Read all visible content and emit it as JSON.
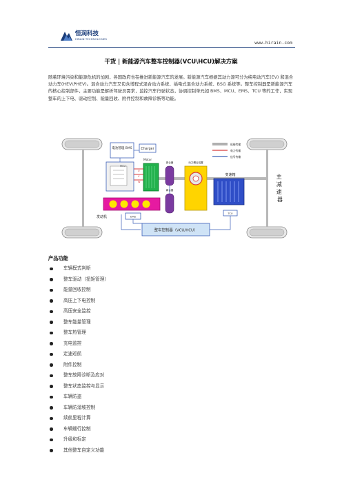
{
  "header": {
    "logo_cn": "恒润科技",
    "logo_en": "HIRAIN TECHNOLOGIES",
    "site_url": "www.hirain.com"
  },
  "article": {
    "title": "干货 | 新能源汽车整车控制器(VCU\\HCU)解决方案",
    "intro": "随着环境污染和能源危机的加剧，各国政府也在推进新能源汽车的发展。新能源汽车根据其动力源可分为纯电动汽车(EV) 和混合动力车(HEV\\PHEV)。混合动力汽车又包含增程式混合动力系统、插电式混合动力系统、BSG 系统等。整车控制器是新能源汽车的核心控制部件，主要功能是解析驾驶员需求，监控汽车行驶状态，协调控制单元如 BMS、MCU、EMS、TCU 等的工作，实现整车的上下电、驱动控制、能量回收、附件控制和故障诊断等功能。"
  },
  "diagram": {
    "battery_label": "电池管理 BMS",
    "charger_label": "Charger",
    "motor_label": "Motor",
    "clutch1_label": "离合器",
    "clutch2_label": "离合器",
    "engine_label": "发动机",
    "ems_label": "EMS",
    "gearbox_label": "变速箱",
    "tcu_label": "TCU",
    "power_device_label": "动力耦合装置",
    "vcu_label": "整车控制器（VCU/HCU）",
    "reducer_label": "主减速器",
    "legend": [
      {
        "label": "机械传输",
        "color": "#b0b0b0"
      },
      {
        "label": "电力传输",
        "color": "#d83a3a"
      },
      {
        "label": "信号传输",
        "color": "#3a5fb8"
      }
    ],
    "phase_labels": [
      "U",
      "V",
      "W"
    ]
  },
  "features": {
    "heading": "产品功能",
    "items": [
      "车辆模式判断",
      "整车驱动（扭矩管理）",
      "能量回收控制",
      "高压上下电控制",
      "高压安全监控",
      "整车能量管理",
      "整车热管理",
      "充电监控",
      "定速巡航",
      "附件控制",
      "整车故障诊断及应对",
      "整车状态监控与显示",
      "车辆防盗",
      "车辆防溜坡控制",
      "续航里程计算",
      "车辆蠕行控制",
      "升级和标定",
      "其他整车自定义功能"
    ]
  }
}
